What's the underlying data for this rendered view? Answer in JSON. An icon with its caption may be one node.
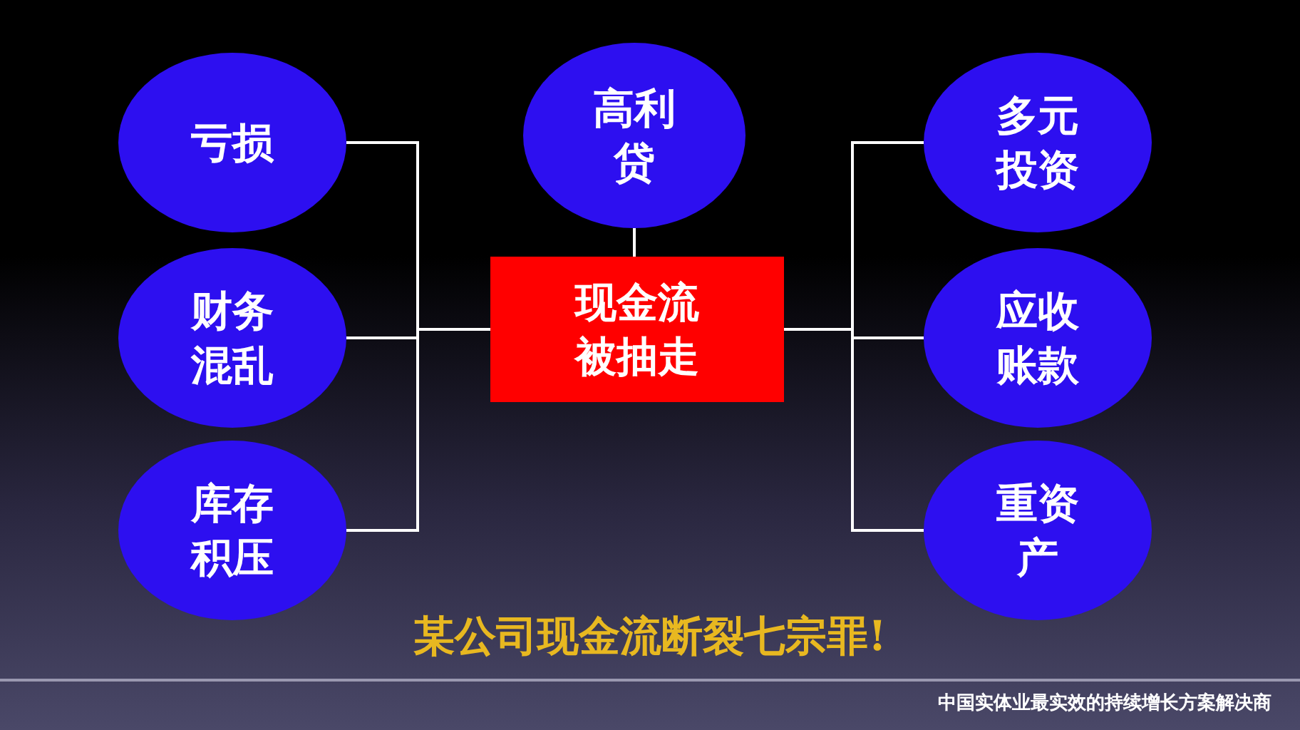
{
  "diagram": {
    "caption": "某公司现金流断裂七宗罪!",
    "nodes": [
      {
        "text": [
          "亏损"
        ]
      },
      {
        "text": [
          "高利贷"
        ]
      },
      {
        "text": [
          "多元投资"
        ]
      },
      {
        "text": [
          "财务混乱"
        ]
      },
      {
        "text": [
          "现金流被抽走"
        ]
      },
      {
        "text": [
          "应收账款"
        ]
      },
      {
        "text": [
          "库存积压"
        ]
      },
      {
        "text": [
          "重资产"
        ]
      }
    ],
    "edges": [
      {
        "from": 0,
        "to": 4,
        "arrow": "none"
      },
      {
        "from": 3,
        "to": 4,
        "arrow": "none"
      },
      {
        "from": 6,
        "to": 4,
        "arrow": "none"
      },
      {
        "from": 1,
        "to": 4,
        "arrow": "none"
      },
      {
        "from": 2,
        "to": 4,
        "arrow": "none"
      },
      {
        "from": 5,
        "to": 4,
        "arrow": "none"
      },
      {
        "from": 7,
        "to": 4,
        "arrow": "none"
      }
    ],
    "labels": [
      "中国实体业最实效的持续增长方案解决商"
    ]
  }
}
